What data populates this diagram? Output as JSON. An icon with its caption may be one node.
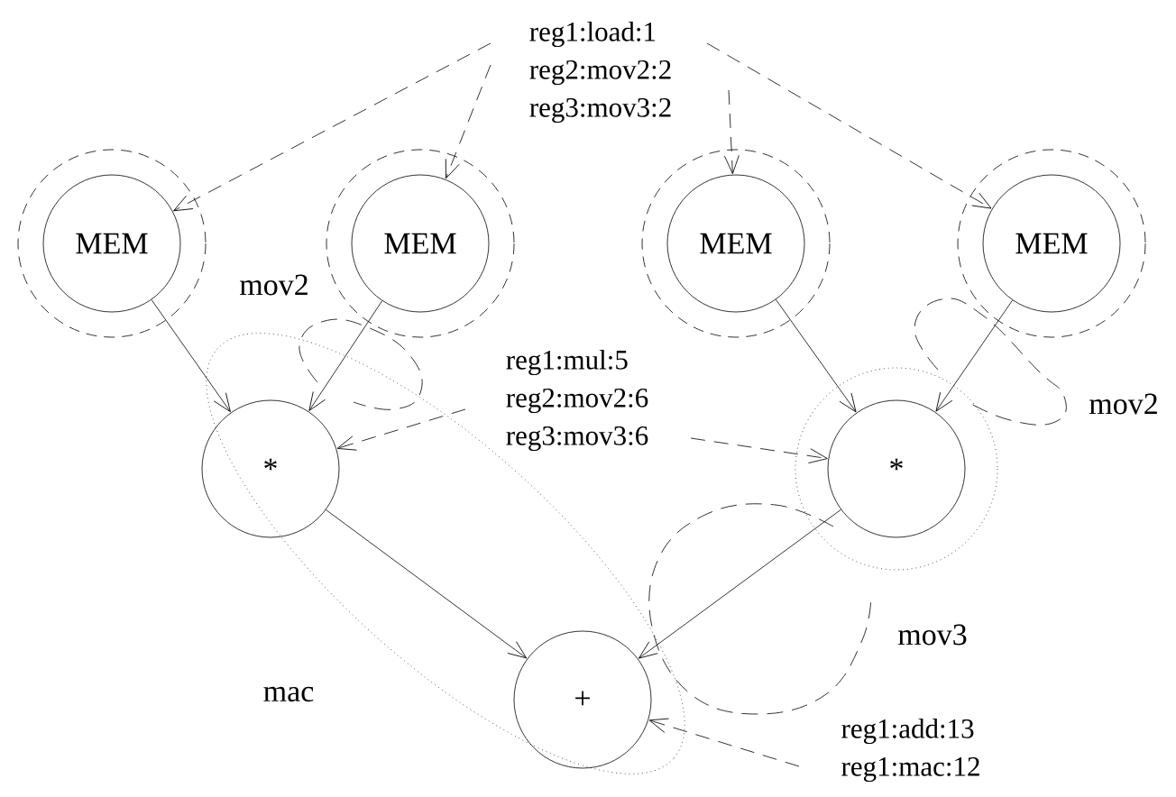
{
  "diagram": {
    "nodes": [
      {
        "text": [
          "reg1:load:1",
          "reg2:mov2:2",
          "reg3:mov3:2"
        ]
      },
      {
        "text": [
          "MEM"
        ]
      },
      {
        "text": [
          "MEM"
        ]
      },
      {
        "text": [
          "MEM"
        ]
      },
      {
        "text": [
          "MEM"
        ]
      },
      {
        "text": [
          "*"
        ]
      },
      {
        "text": [
          "*"
        ]
      },
      {
        "text": [
          "+"
        ]
      },
      {
        "text": [
          "reg1:mul:5",
          "reg2:mov2:6",
          "reg3:mov3:6"
        ]
      },
      {
        "text": [
          "reg1:add:13",
          "reg1:mac:12"
        ]
      }
    ],
    "edges": [
      {
        "from": 0,
        "to": 1,
        "arrow": "to",
        "style": "dashed"
      },
      {
        "from": 0,
        "to": 2,
        "arrow": "to",
        "style": "dashed"
      },
      {
        "from": 0,
        "to": 3,
        "arrow": "to",
        "style": "dashed"
      },
      {
        "from": 0,
        "to": 4,
        "arrow": "to",
        "style": "dashed"
      },
      {
        "from": 1,
        "to": 5,
        "arrow": "to"
      },
      {
        "from": 2,
        "to": 5,
        "arrow": "to"
      },
      {
        "from": 3,
        "to": 6,
        "arrow": "to"
      },
      {
        "from": 4,
        "to": 6,
        "arrow": "to"
      },
      {
        "from": 5,
        "to": 7,
        "arrow": "to"
      },
      {
        "from": 6,
        "to": 7,
        "arrow": "to"
      },
      {
        "from": 8,
        "to": 5,
        "arrow": "to",
        "style": "dashed"
      },
      {
        "from": 8,
        "to": 6,
        "arrow": "to",
        "style": "dashed"
      },
      {
        "from": 9,
        "to": 7,
        "arrow": "to",
        "style": "dashed"
      }
    ],
    "labels": [
      "mov2",
      "mov2",
      "mov3",
      "mac"
    ]
  }
}
